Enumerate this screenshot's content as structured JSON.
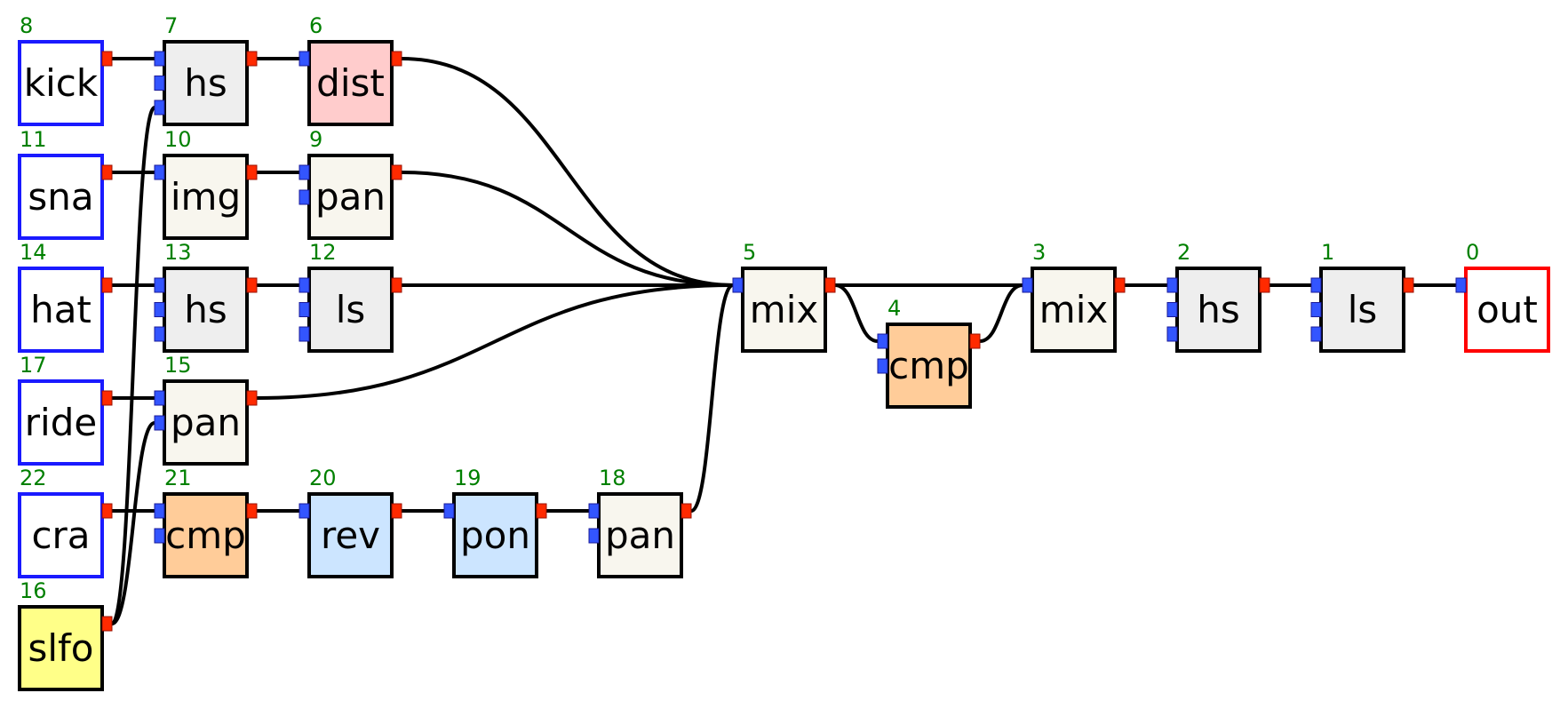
{
  "colors": {
    "wire": "#000000",
    "node_id": "#008000",
    "input_port": "#3355ff",
    "output_port": "#ff2a00",
    "node_border": "#000000",
    "source_border": "#1a1aff",
    "sink_border": "#ff0000",
    "fill_source": "#ffffff",
    "fill_sink": "#ffffff",
    "fill_lfo": "#ffff88",
    "fill_filter": "#eeeeee",
    "fill_mix": "#f8f6ee",
    "fill_cmp": "#ffcc99",
    "fill_dist": "#ffcccc",
    "fill_fx": "#cce5ff"
  },
  "nodes": [
    {
      "key": "n8",
      "id": "8",
      "label": "kick",
      "role": "source"
    },
    {
      "key": "n11",
      "id": "11",
      "label": "sna",
      "role": "source"
    },
    {
      "key": "n14",
      "id": "14",
      "label": "hat",
      "role": "source"
    },
    {
      "key": "n17",
      "id": "17",
      "label": "ride",
      "role": "source"
    },
    {
      "key": "n22",
      "id": "22",
      "label": "cra",
      "role": "source"
    },
    {
      "key": "n16",
      "id": "16",
      "label": "slfo",
      "role": "lfo"
    },
    {
      "key": "n7",
      "id": "7",
      "label": "hs",
      "role": "filter",
      "inputs": 3
    },
    {
      "key": "n10",
      "id": "10",
      "label": "img",
      "role": "mix",
      "inputs": 1
    },
    {
      "key": "n13",
      "id": "13",
      "label": "hs",
      "role": "filter",
      "inputs": 3
    },
    {
      "key": "n15",
      "id": "15",
      "label": "pan",
      "role": "mix",
      "inputs": 2
    },
    {
      "key": "n21",
      "id": "21",
      "label": "cmp",
      "role": "cmp",
      "inputs": 2
    },
    {
      "key": "n6",
      "id": "6",
      "label": "dist",
      "role": "dist",
      "inputs": 1
    },
    {
      "key": "n9",
      "id": "9",
      "label": "pan",
      "role": "mix",
      "inputs": 2
    },
    {
      "key": "n12",
      "id": "12",
      "label": "ls",
      "role": "filter",
      "inputs": 3
    },
    {
      "key": "n20",
      "id": "20",
      "label": "rev",
      "role": "fx",
      "inputs": 1
    },
    {
      "key": "n19",
      "id": "19",
      "label": "pon",
      "role": "fx",
      "inputs": 1
    },
    {
      "key": "n18",
      "id": "18",
      "label": "pan",
      "role": "mix",
      "inputs": 2
    },
    {
      "key": "n5",
      "id": "5",
      "label": "mix",
      "role": "mix",
      "inputs": 1
    },
    {
      "key": "n4",
      "id": "4",
      "label": "cmp",
      "role": "cmp",
      "inputs": 2
    },
    {
      "key": "n3",
      "id": "3",
      "label": "mix",
      "role": "mix",
      "inputs": 1
    },
    {
      "key": "n2",
      "id": "2",
      "label": "hs",
      "role": "filter",
      "inputs": 3
    },
    {
      "key": "n1",
      "id": "1",
      "label": "ls",
      "role": "filter",
      "inputs": 3
    },
    {
      "key": "n0",
      "id": "0",
      "label": "out",
      "role": "sink",
      "inputs": 1
    }
  ],
  "connections": [
    {
      "from": "8",
      "to": "7",
      "input": 0
    },
    {
      "from": "16",
      "to": "7",
      "input": 2
    },
    {
      "from": "7",
      "to": "6",
      "input": 0
    },
    {
      "from": "11",
      "to": "10",
      "input": 0
    },
    {
      "from": "10",
      "to": "9",
      "input": 0
    },
    {
      "from": "14",
      "to": "13",
      "input": 0
    },
    {
      "from": "13",
      "to": "12",
      "input": 0
    },
    {
      "from": "17",
      "to": "15",
      "input": 0
    },
    {
      "from": "16",
      "to": "15",
      "input": 1
    },
    {
      "from": "22",
      "to": "21",
      "input": 0
    },
    {
      "from": "21",
      "to": "20",
      "input": 0
    },
    {
      "from": "20",
      "to": "19",
      "input": 0
    },
    {
      "from": "19",
      "to": "18",
      "input": 0
    },
    {
      "from": "6",
      "to": "5",
      "input": 0
    },
    {
      "from": "9",
      "to": "5",
      "input": 0
    },
    {
      "from": "12",
      "to": "5",
      "input": 0
    },
    {
      "from": "15",
      "to": "5",
      "input": 0
    },
    {
      "from": "18",
      "to": "5",
      "input": 0
    },
    {
      "from": "5",
      "to": "3",
      "input": 0
    },
    {
      "from": "5",
      "to": "4",
      "input": 0
    },
    {
      "from": "4",
      "to": "3",
      "input": 0
    },
    {
      "from": "3",
      "to": "2",
      "input": 0
    },
    {
      "from": "2",
      "to": "1",
      "input": 0
    },
    {
      "from": "1",
      "to": "0",
      "input": 0
    }
  ]
}
